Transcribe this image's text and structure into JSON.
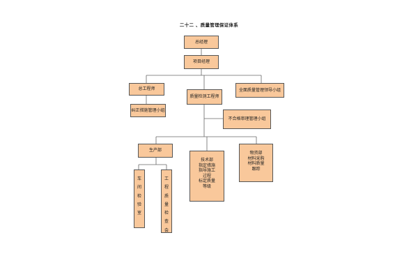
{
  "title": "二十二 、质量管理保证体系",
  "nodes": {
    "gm": "总经理",
    "pm": "项目经理",
    "chief_engineer": "总工程师",
    "qc_engineer": "质量检测工程师",
    "tqm_group": "全面质量管理领导小组",
    "corrective_group": "纠正措施管理小组",
    "nonconforming_group": "不合格审理管理小组",
    "production": "生产部",
    "technical": "技术部\n指定措施\n指导施工\n过程\n标定质量\n等级",
    "materials": "物资部\n材料采购\n材料质量\n跟踪",
    "workshop_inspection": "车\n间\n检\n验\n室",
    "eng_quality_committee": "工\n程\n质\n量\n检\n查\n会"
  },
  "colors": {
    "box_fill": "#f9c89b",
    "box_border": "#555555",
    "line": "#666666"
  }
}
